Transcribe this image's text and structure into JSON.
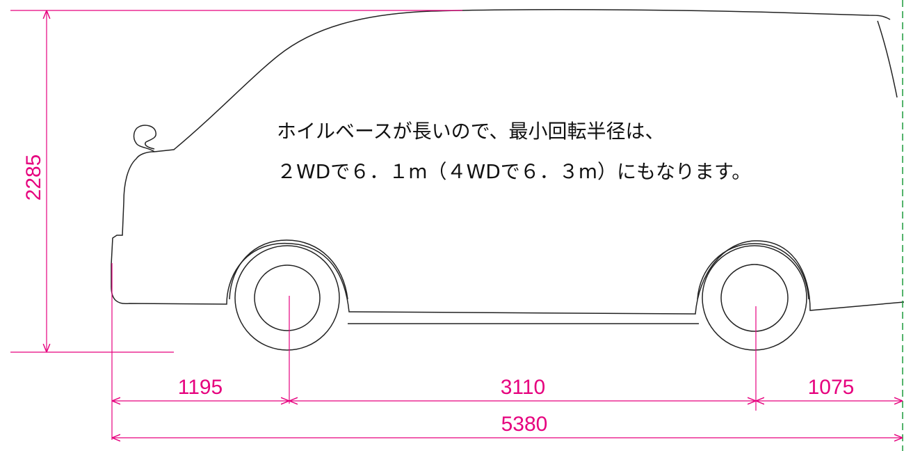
{
  "colors": {
    "dimension": "#e6007e",
    "outline": "#222222",
    "centerline": "#1a9a3a",
    "background": "#ffffff"
  },
  "dimensions": {
    "height": "2285",
    "front_overhang": "1195",
    "wheelbase": "3110",
    "rear_overhang": "1075",
    "overall_length": "5380"
  },
  "caption": {
    "line1": "ホイルベースが長いので、最小回転半径は、",
    "line2": "２WDで６．１m（４WDで６．３m）にもなります。"
  }
}
